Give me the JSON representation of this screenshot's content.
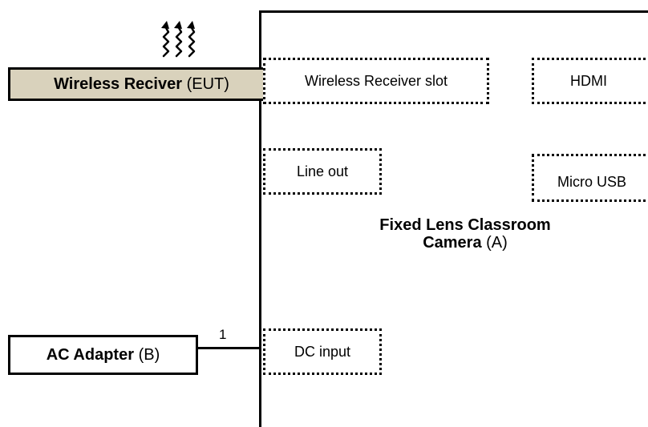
{
  "wireless_receiver": {
    "name": "Wireless Reciver",
    "tag": "(EUT)"
  },
  "ac_adapter": {
    "name": "AC Adapter",
    "tag": "(B)"
  },
  "camera": {
    "name_line1": "Fixed Lens Classroom",
    "name_line2": "Camera",
    "tag": "(A)"
  },
  "ports": {
    "wireless_slot": "Wireless Receiver slot",
    "hdmi": "HDMI",
    "line_out": "Line out",
    "micro_usb": "Micro USB",
    "dc_input": "DC input"
  },
  "cable": {
    "number": "1"
  },
  "colors": {
    "receiver_fill": "#d9d2bc",
    "line": "#000000"
  },
  "icons": {
    "wireless": "wireless-signal-icon"
  }
}
